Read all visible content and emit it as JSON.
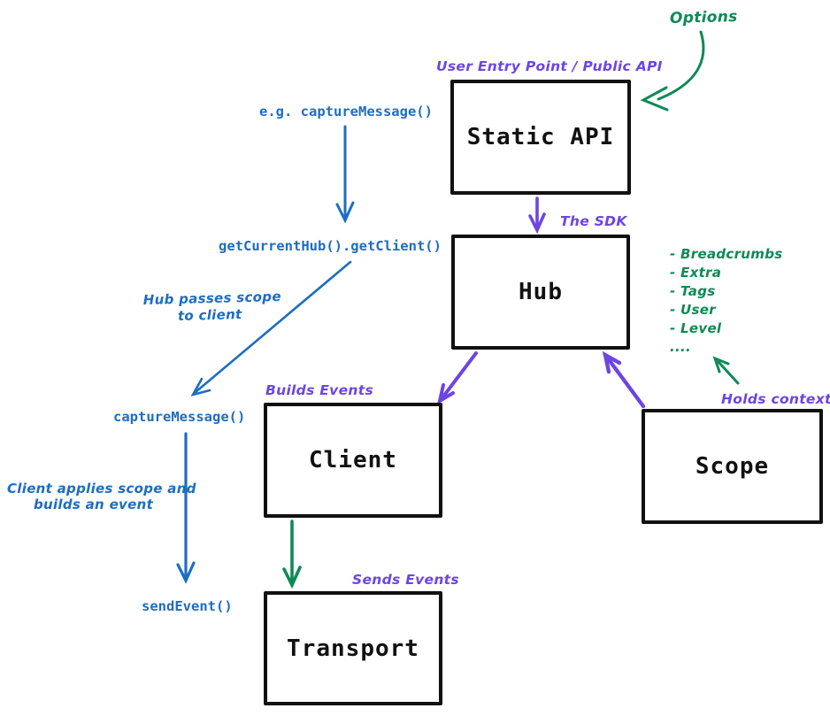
{
  "colors": {
    "blue": "#1d6dc2",
    "purple": "#6d45e3",
    "green": "#0e8a56",
    "box_border": "#111111",
    "box_text": "#111111"
  },
  "boxes": {
    "static_api": "Static API",
    "hub": "Hub",
    "client": "Client",
    "scope": "Scope",
    "transport": "Transport"
  },
  "labels": {
    "options": "Options",
    "user_entry_point": "User Entry Point / Public API",
    "the_sdk": "The SDK",
    "eg_capture_message": "e.g. captureMessage()",
    "get_current_hub": "getCurrentHub().getClient()",
    "hub_passes_scope_line1": "Hub passes scope",
    "hub_passes_scope_line2": "to client",
    "capture_message": "captureMessage()",
    "client_applies_line1": "Client applies scope and",
    "client_applies_line2": "builds an event",
    "send_event": "sendEvent()",
    "builds_events": "Builds Events",
    "sends_events": "Sends Events",
    "holds_context": "Holds context",
    "scope_context_items": [
      "- Breadcrumbs",
      "- Extra",
      "- Tags",
      "- User",
      "- Level",
      "...."
    ]
  }
}
